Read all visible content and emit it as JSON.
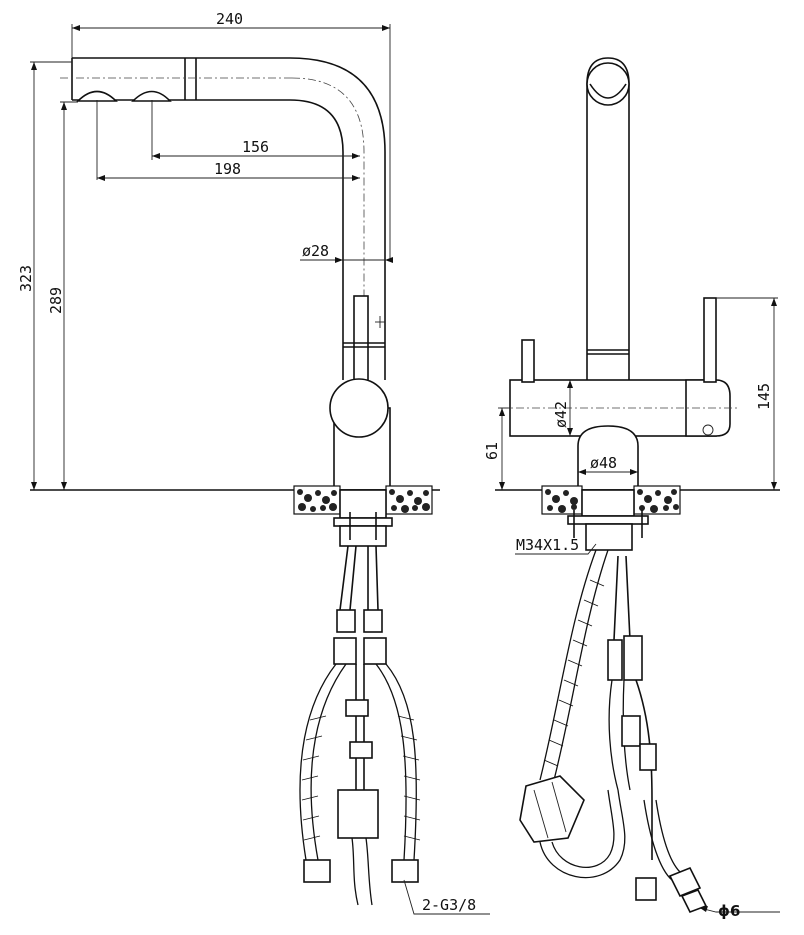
{
  "dimensions": {
    "width_total": "240",
    "height_total": "323",
    "height_inner": "289",
    "spout_reach_1": "156",
    "spout_reach_2": "198",
    "spout_diameter": "ø28",
    "body_diameter": "ø42",
    "base_diameter": "ø48",
    "body_height": "61",
    "lever_height": "145",
    "thread": "M34X1.5",
    "hose_connection": "2-G3/8",
    "tube_diameter": "ϕ6"
  }
}
